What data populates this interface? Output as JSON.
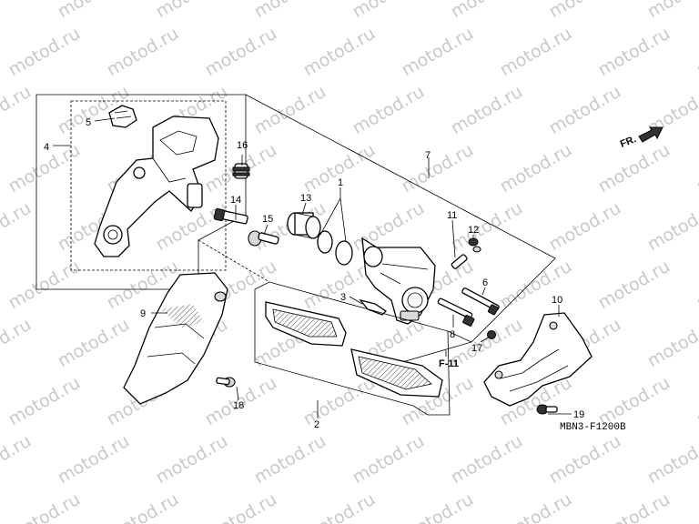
{
  "watermark": {
    "text": "motod.ru"
  },
  "callouts": [
    "1",
    "2",
    "3",
    "4",
    "5",
    "6",
    "7",
    "8",
    "9",
    "10",
    "11",
    "12",
    "13",
    "14",
    "15",
    "16",
    "17",
    "18",
    "19"
  ],
  "reference": {
    "f11": "F-11",
    "fr": "FR."
  },
  "diagram_code": "MBN3-F1200B"
}
